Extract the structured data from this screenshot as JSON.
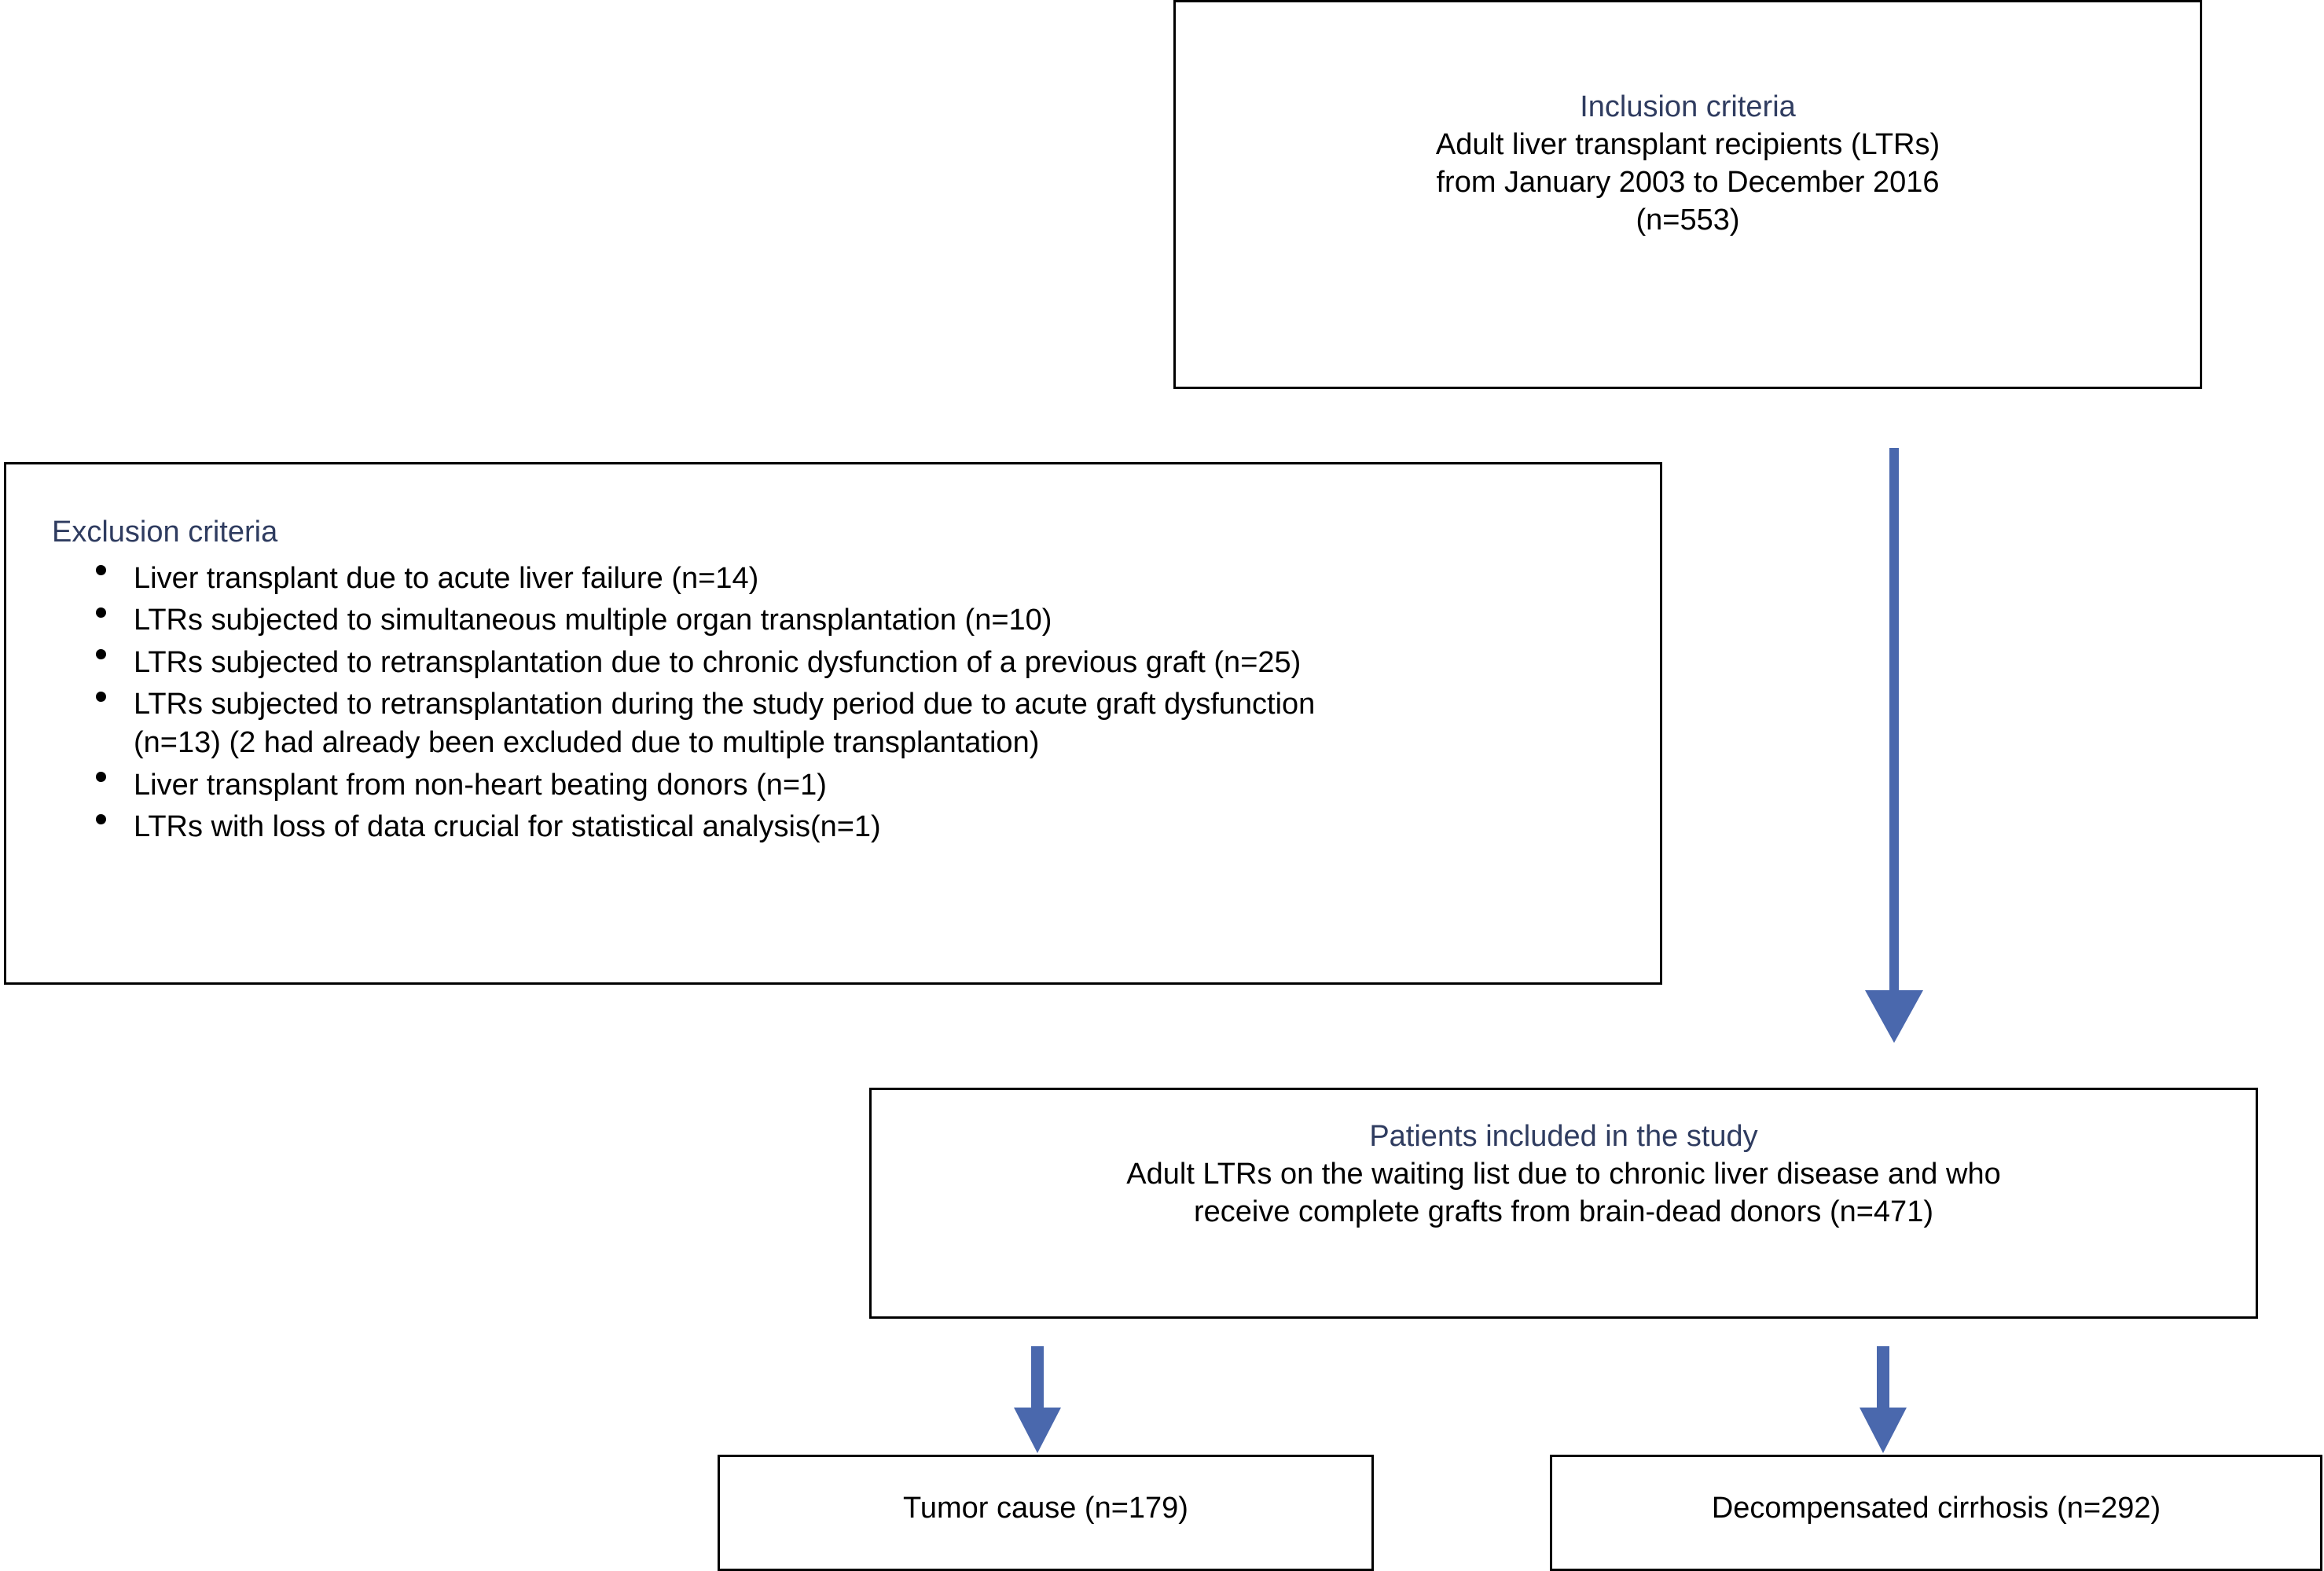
{
  "colors": {
    "heading": "#2f3c60",
    "body": "#000000",
    "arrow": "#4a68ad",
    "border": "#000000",
    "background": "#ffffff"
  },
  "inclusion": {
    "heading": "Inclusion criteria",
    "line1": "Adult liver transplant recipients (LTRs)",
    "line2": "from January  2003 to December 2016",
    "line3": "(n=553)"
  },
  "exclusion": {
    "heading": "Exclusion criteria",
    "items": [
      "Liver transplant due to acute liver failure (n=14)",
      "LTRs subjected to simultaneous multiple organ transplantation (n=10)",
      "LTRs subjected to retransplantation due to chronic dysfunction of a previous graft (n=25)",
      "LTRs subjected to retransplantation during the study period due to acute graft dysfunction (n=13) (2 had already been excluded due to multiple transplantation)",
      "Liver transplant from non-heart beating donors (n=1)",
      "LTRs with loss of data crucial for statistical analysis(n=1)"
    ]
  },
  "included": {
    "heading": "Patients included in the study",
    "line1": "Adult LTRs on the waiting list due to chronic liver disease and who",
    "line2": "receive complete grafts from brain-dead donors (n=471)"
  },
  "outcomes": {
    "tumor": "Tumor cause (n=179)",
    "cirrhosis": "Decompensated cirrhosis (n=292)"
  },
  "arrows": {
    "main_down": "down-arrow",
    "to_tumor": "down-arrow",
    "to_cirrhosis": "down-arrow"
  }
}
